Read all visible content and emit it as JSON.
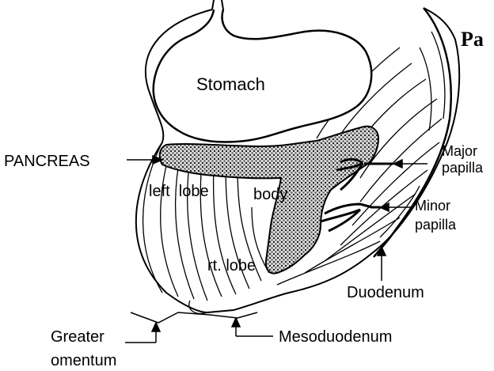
{
  "diagram": {
    "title_fragment": "Pa",
    "labels": {
      "stomach": "Stomach",
      "pancreas": "PANCREAS",
      "left_lobe": "left  lobe",
      "body": "body",
      "rt_lobe": "rt. lobe",
      "major_papilla_line1": "Major",
      "major_papilla_line2": "papilla",
      "minor_papilla_line1": "Minor",
      "minor_papilla_line2": "papilla",
      "duodenum": "Duodenum",
      "greater_omentum_line1": "Greater",
      "greater_omentum_line2": "omentum",
      "mesoduodenum": "Mesoduodenum"
    },
    "colors": {
      "line": "#000000",
      "background": "#ffffff",
      "pancreas_fill": "#bdbdbd"
    }
  }
}
